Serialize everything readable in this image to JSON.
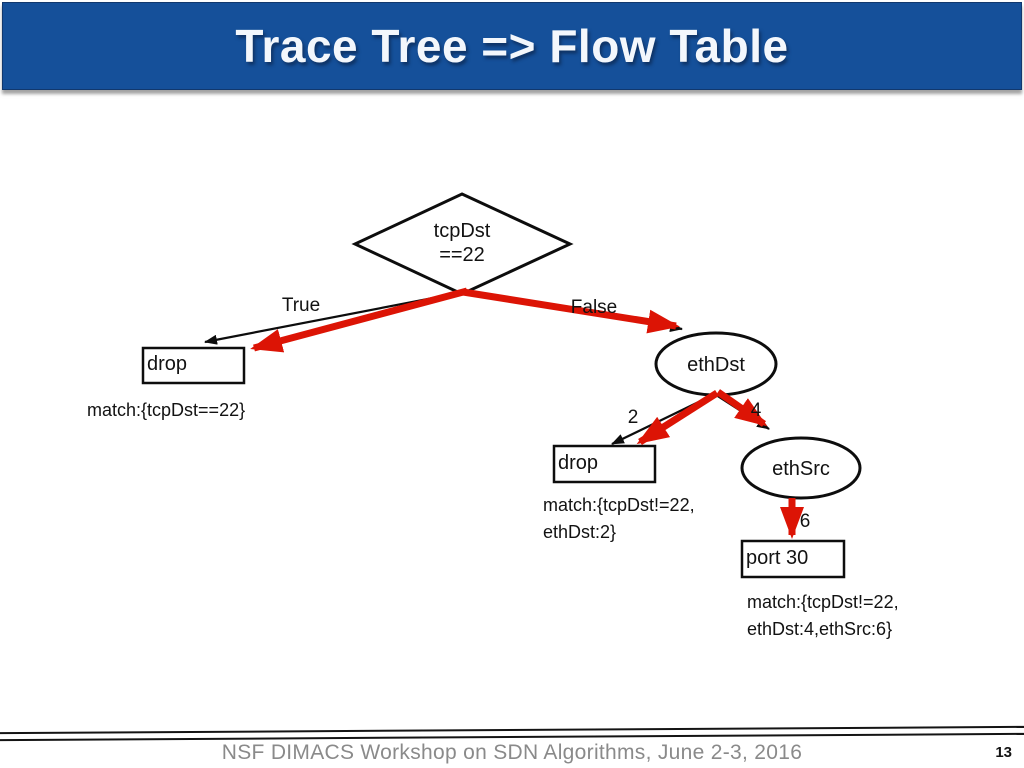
{
  "slide": {
    "title": "Trace Tree => Flow Table",
    "footer_text": "NSF DIMACS Workshop on SDN Algorithms, June 2-3, 2016",
    "page_number": "13"
  },
  "colors": {
    "header_bg": "#15509a",
    "header_text": "#f3f7fc",
    "trace_red": "#dc1405",
    "edge_black": "#0d0d0d",
    "footer_text": "#8a8a8a"
  },
  "tree": {
    "root": {
      "line1": "tcpDst",
      "line2": "==22"
    },
    "nodes": {
      "drop_true": "drop",
      "eth_dst": "ethDst",
      "drop_2": "drop",
      "eth_src": "ethSrc",
      "port_30": "port 30"
    },
    "edge_labels": {
      "true_branch": "True",
      "false_branch": "False",
      "eth_dst_2": "2",
      "eth_dst_4": "4",
      "eth_src_6": "6"
    },
    "match_annotations": {
      "drop_true": "match:{tcpDst==22}",
      "drop_2_line1": "match:{tcpDst!=22,",
      "drop_2_line2": "ethDst:2}",
      "port_30_line1": "match:{tcpDst!=22,",
      "port_30_line2": "ethDst:4,ethSrc:6}"
    }
  }
}
